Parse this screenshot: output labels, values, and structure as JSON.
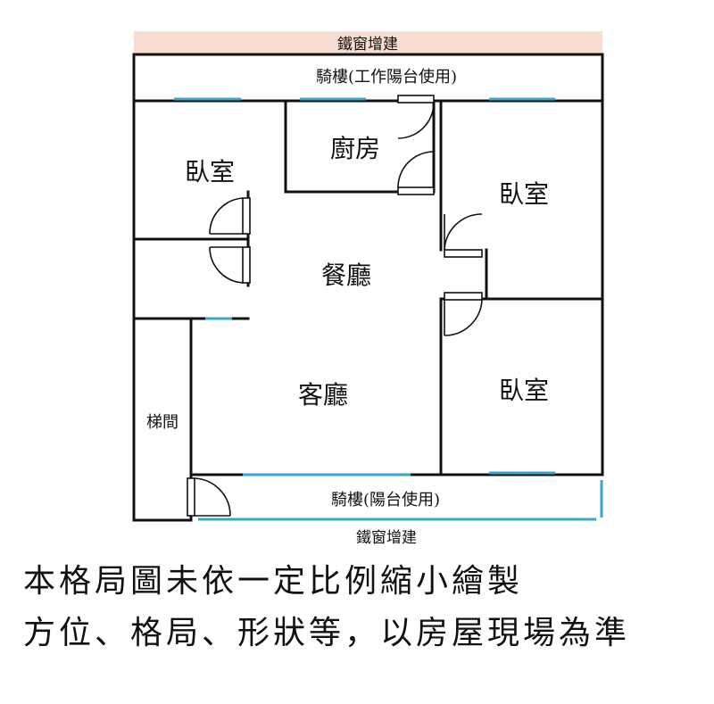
{
  "labels": {
    "top_iron": "鐵窗增建",
    "top_arcade": "騎樓(工作陽台使用)",
    "bedroom_left": "臥室",
    "kitchen": "廚房",
    "bedroom_right_top": "臥室",
    "dining": "餐廳",
    "living": "客廳",
    "bedroom_right_bottom": "臥室",
    "stairs": "梯間",
    "bottom_arcade": "騎樓(陽台使用)",
    "bottom_iron": "鐵窗增建"
  },
  "notes": {
    "line1": "本格局圖未依一定比例縮小繪製",
    "line2": "方位、格局、形狀等，以房屋現場為準"
  },
  "colors": {
    "wall": "#111111",
    "window": "#3aa6c9",
    "iron_band": "#f7ddd0"
  }
}
